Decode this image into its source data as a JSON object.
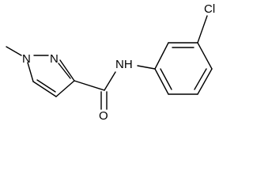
{
  "molecule": {
    "atoms": {
      "n1": "N",
      "n2": "N",
      "nh": "NH",
      "o": "O",
      "cl": "Cl"
    }
  }
}
